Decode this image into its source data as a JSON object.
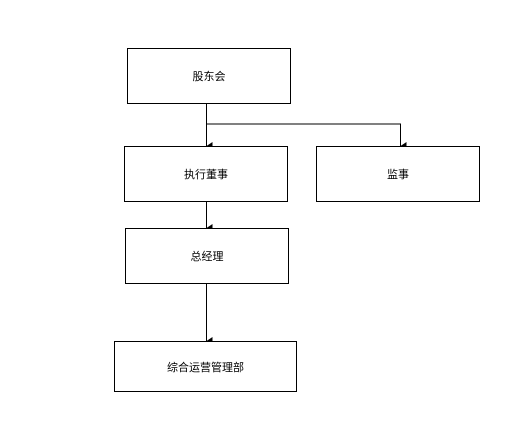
{
  "org_chart": {
    "nodes": {
      "shareholders": "股东会",
      "exec_director": "执行董事",
      "supervisor": "监事",
      "general_manager": "总经理",
      "ops_dept": "综合运营管理部"
    },
    "edges": [
      {
        "from": "shareholders",
        "to": "exec_director"
      },
      {
        "from": "shareholders",
        "to": "supervisor"
      },
      {
        "from": "exec_director",
        "to": "general_manager"
      },
      {
        "from": "general_manager",
        "to": "ops_dept"
      }
    ]
  }
}
